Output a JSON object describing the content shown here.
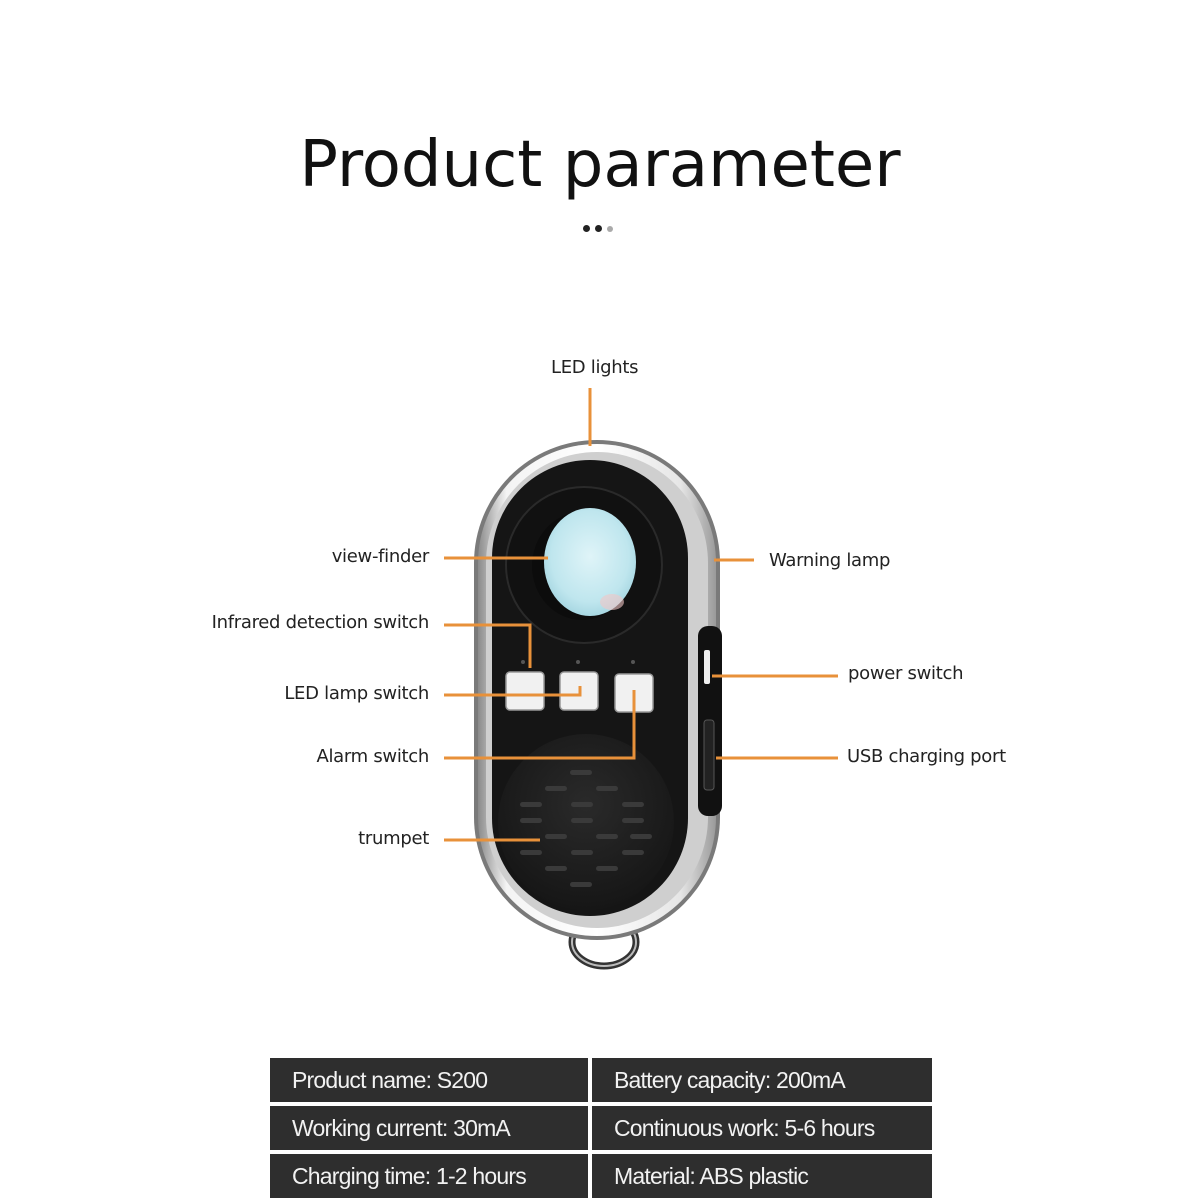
{
  "title": "Product parameter",
  "colors": {
    "leader_line": "#e8913a",
    "table_bg": "#2e2e2e",
    "table_text": "#f2f2f2",
    "device_shell": "#dcdcdc",
    "device_face": "#1a1a1a",
    "lens": "#bfe6ee"
  },
  "callouts": {
    "led_lights": "LED lights",
    "view_finder": "view-finder",
    "infrared_switch": "Infrared detection switch",
    "led_lamp_switch": "LED lamp switch",
    "alarm_switch": "Alarm switch",
    "trumpet": "trumpet",
    "warning_lamp": "Warning lamp",
    "power_switch": "power switch",
    "usb_port": "USB charging port"
  },
  "specs": [
    [
      "Product name: S200",
      "Battery capacity: 200mA"
    ],
    [
      "Working current: 30mA",
      "Continuous work: 5-6 hours"
    ],
    [
      "Charging time: 1-2 hours",
      "Material: ABS plastic"
    ]
  ]
}
